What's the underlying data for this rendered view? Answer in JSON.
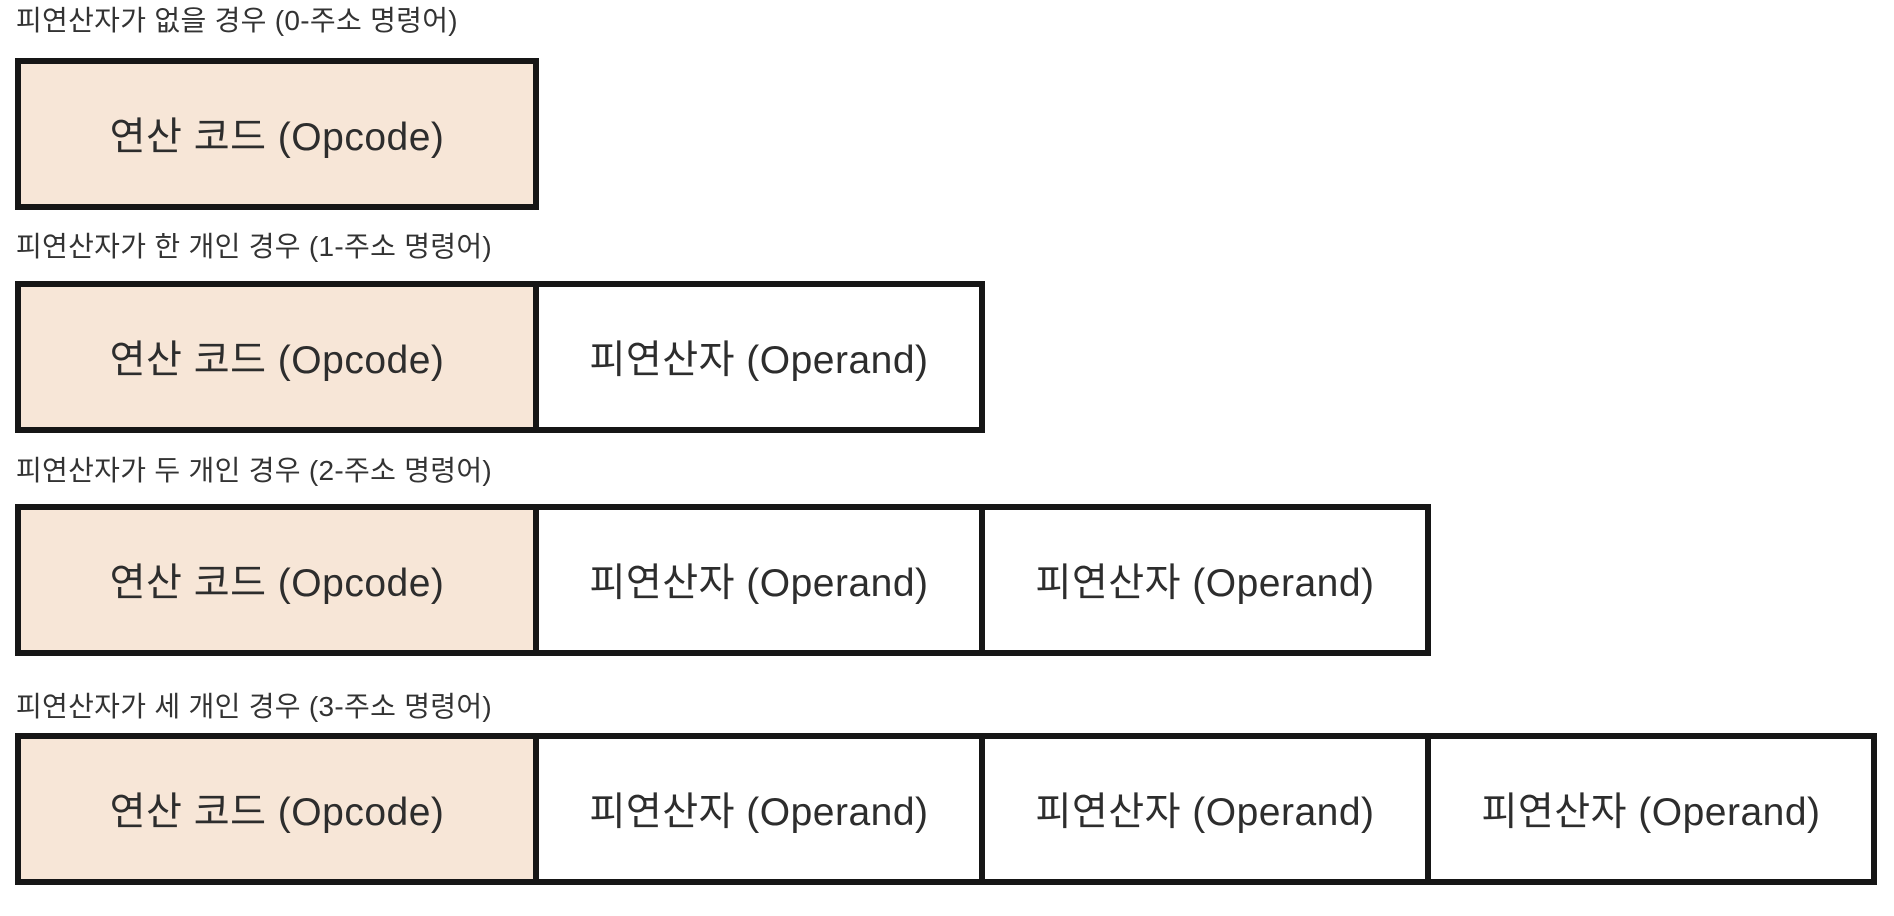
{
  "colors": {
    "background": "#FFFFFF",
    "opcode_fill": "#F7E6D7",
    "operand_fill": "#FFFFFF",
    "box_border": "#161616",
    "heading_text": "#333333",
    "cell_text": "#2D2D2D"
  },
  "sections": [
    {
      "heading": "피연산자가 없을 경우 (0-주소 명령어)",
      "cells": [
        {
          "type": "opcode",
          "label": "연산 코드 (Opcode)"
        }
      ]
    },
    {
      "heading": "피연산자가 한 개인 경우 (1-주소 명령어)",
      "cells": [
        {
          "type": "opcode",
          "label": "연산 코드 (Opcode)"
        },
        {
          "type": "operand",
          "label": "피연산자 (Operand)"
        }
      ]
    },
    {
      "heading": "피연산자가 두 개인 경우 (2-주소 명령어)",
      "cells": [
        {
          "type": "opcode",
          "label": "연산 코드 (Opcode)"
        },
        {
          "type": "operand",
          "label": "피연산자 (Operand)"
        },
        {
          "type": "operand",
          "label": "피연산자 (Operand)"
        }
      ]
    },
    {
      "heading": "피연산자가 세 개인 경우 (3-주소 명령어)",
      "cells": [
        {
          "type": "opcode",
          "label": "연산 코드 (Opcode)"
        },
        {
          "type": "operand",
          "label": "피연산자 (Operand)"
        },
        {
          "type": "operand",
          "label": "피연산자 (Operand)"
        },
        {
          "type": "operand",
          "label": "피연산자 (Operand)"
        }
      ]
    }
  ]
}
